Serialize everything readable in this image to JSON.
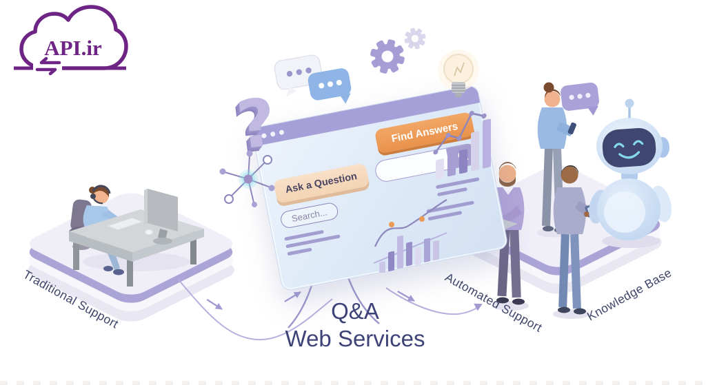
{
  "logo": {
    "text": "API.ir",
    "icon": "cloud-sync-icon",
    "brand_color": "#6e2484"
  },
  "window": {
    "ask_question_button": "Ask a Question",
    "find_answers_button": "Find Answers",
    "search_placeholder": "Search...",
    "controls": "three-window-dots"
  },
  "platforms": {
    "left_label": "Traditional Support",
    "right_label_left": "Automated Support",
    "right_label_right": "Knowledge Base"
  },
  "caption": {
    "line1": "Q&A",
    "line2": "Web Services"
  },
  "decorations": {
    "question_mark": "?",
    "items": [
      "question-mark-3d",
      "chat-bubbles",
      "gears",
      "lightbulb",
      "bar-line-chart-top",
      "bar-line-chart-bottom",
      "network-node",
      "robot",
      "robot-speech-bubble"
    ]
  },
  "colors": {
    "brand_purple": "#6e2484",
    "accent_lavender": "#a6a0d8",
    "navy_text": "#3d4377",
    "orange_button": "#e8914b",
    "peach_button": "#f3d4b4",
    "window_blue": "#dde9f7",
    "robot_blue": "#cfe0f4",
    "platform_edge": "#aba4d6"
  }
}
